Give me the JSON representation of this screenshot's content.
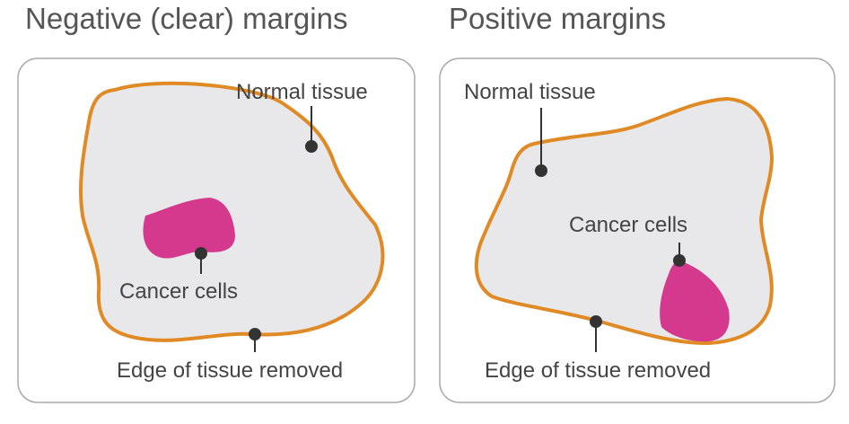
{
  "colors": {
    "background": "#ffffff",
    "panel_border": "#aaaaaa",
    "tissue_fill": "#e8e8ea",
    "tissue_edge": "#e08a26",
    "cancer": "#d4398e",
    "marker": "#333333",
    "text": "#444444"
  },
  "panels": {
    "left": {
      "title": "Negative (clear) margins",
      "labels": {
        "normal_tissue": "Normal tissue",
        "cancer_cells": "Cancer cells",
        "edge": "Edge of tissue removed"
      }
    },
    "right": {
      "title": "Positive margins",
      "labels": {
        "normal_tissue": "Normal tissue",
        "cancer_cells": "Cancer cells",
        "edge": "Edge of tissue removed"
      }
    }
  }
}
